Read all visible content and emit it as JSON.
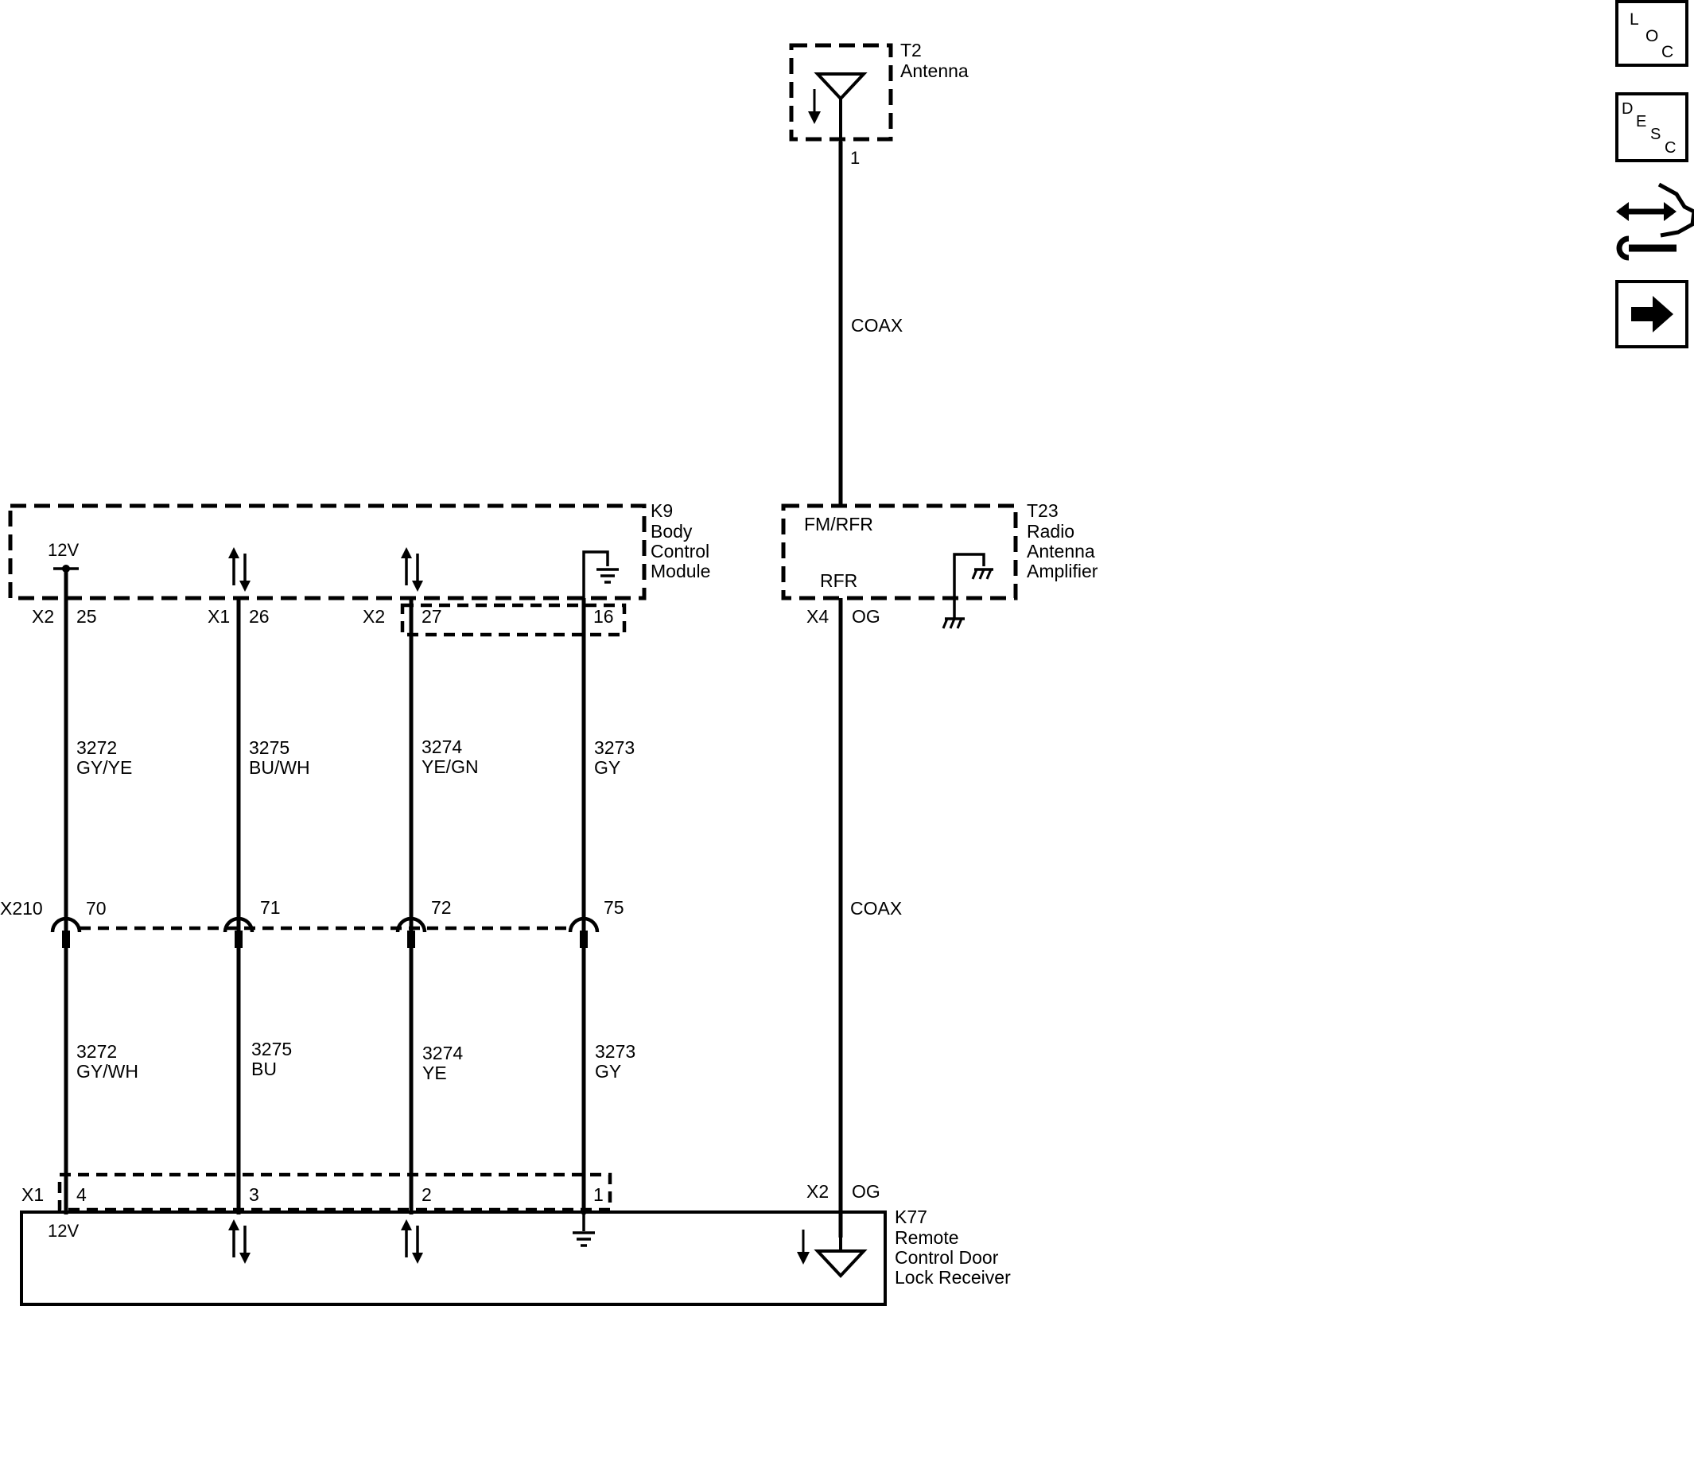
{
  "antenna": {
    "ref": "T2",
    "name": "Antenna",
    "pin": "1"
  },
  "coax_upper": "COAX",
  "coax_lower": "COAX",
  "amplifier": {
    "ref": "T23",
    "name_lines": [
      "Radio",
      "Antenna",
      "Amplifier"
    ],
    "inner_top": "FM/RFR",
    "inner_bottom": "RFR",
    "connector": "X4",
    "pin": "OG"
  },
  "bcm": {
    "ref": "K9",
    "name_lines": [
      "Body",
      "Control",
      "Module"
    ],
    "supply": "12V",
    "pins": [
      {
        "connector": "X2",
        "pin": "25"
      },
      {
        "connector": "X1",
        "pin": "26"
      },
      {
        "connector": "X2",
        "pin": "27"
      },
      {
        "connector": "",
        "pin": "16"
      }
    ]
  },
  "wires_upper": [
    {
      "circuit": "3272",
      "color": "GY/YE"
    },
    {
      "circuit": "3275",
      "color": "BU/WH"
    },
    {
      "circuit": "3274",
      "color": "YE/GN"
    },
    {
      "circuit": "3273",
      "color": "GY"
    }
  ],
  "inline_connector": {
    "ref": "X210",
    "pins": [
      "70",
      "71",
      "72",
      "75"
    ]
  },
  "wires_lower": [
    {
      "circuit": "3272",
      "color": "GY/WH"
    },
    {
      "circuit": "3275",
      "color": "BU"
    },
    {
      "circuit": "3274",
      "color": "YE"
    },
    {
      "circuit": "3273",
      "color": "GY"
    }
  ],
  "receiver": {
    "ref": "K77",
    "name_lines": [
      "Remote",
      "Control Door",
      "Lock Receiver"
    ],
    "supply": "12V",
    "connector": "X1",
    "pins": [
      "4",
      "3",
      "2",
      "1"
    ],
    "antenna_connector": "X2",
    "antenna_pin": "OG"
  },
  "side_icons": {
    "loc": [
      "L",
      "O",
      "C"
    ],
    "desc": [
      "D",
      "E",
      "S",
      "C"
    ],
    "connector_tool": "connector-wrench-icon",
    "next": "arrow-right-icon"
  }
}
